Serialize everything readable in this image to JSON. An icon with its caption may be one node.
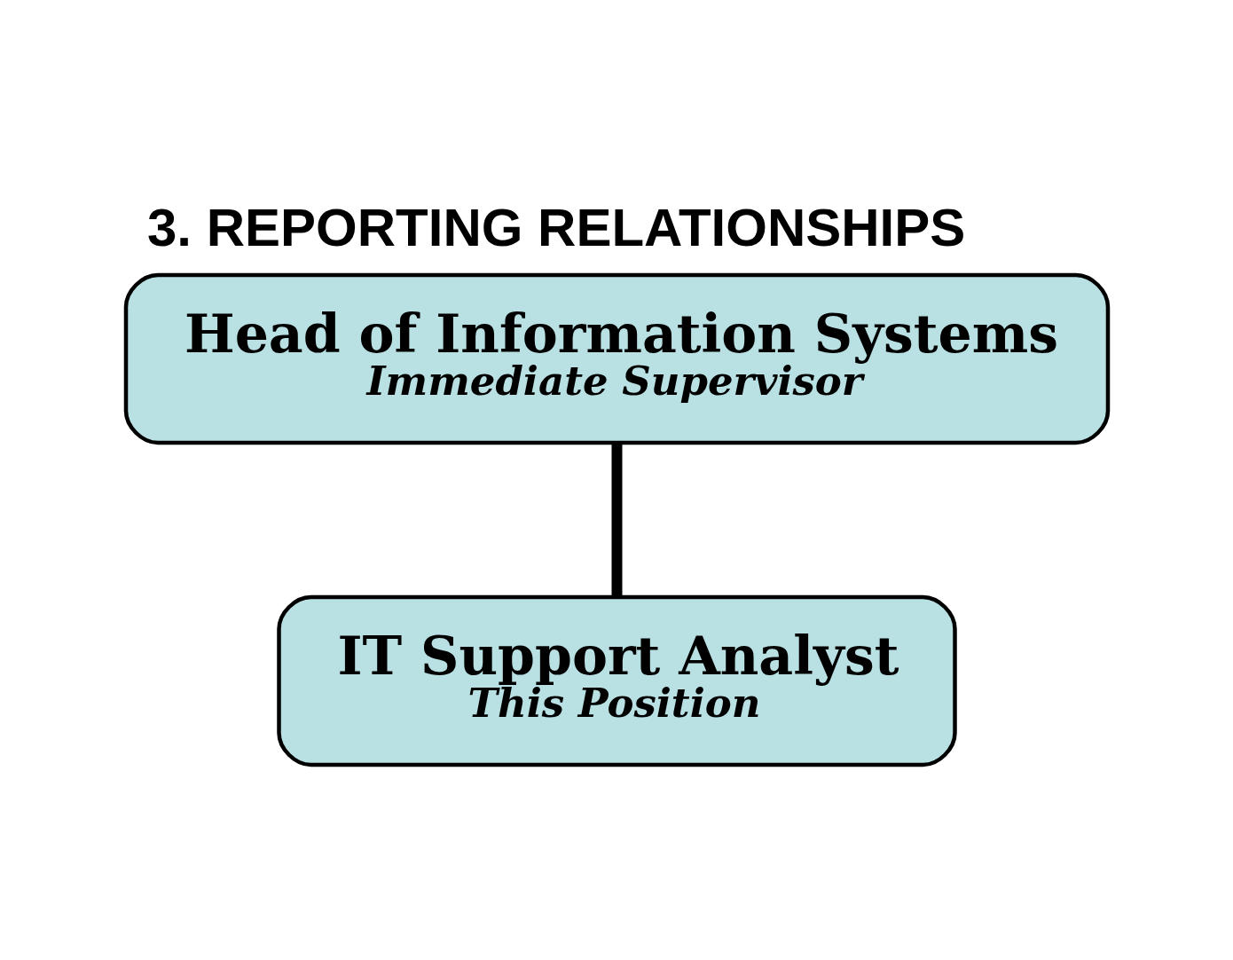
{
  "diagram": {
    "title": "3. REPORTING RELATIONSHIPS",
    "nodes": [
      {
        "text": [
          "Head of Information Systems",
          "Immediate Supervisor"
        ]
      },
      {
        "text": [
          "IT Support Analyst",
          "This Position"
        ]
      }
    ],
    "edges": [
      {
        "from": 0,
        "to": 1,
        "arrow": "none"
      }
    ]
  }
}
